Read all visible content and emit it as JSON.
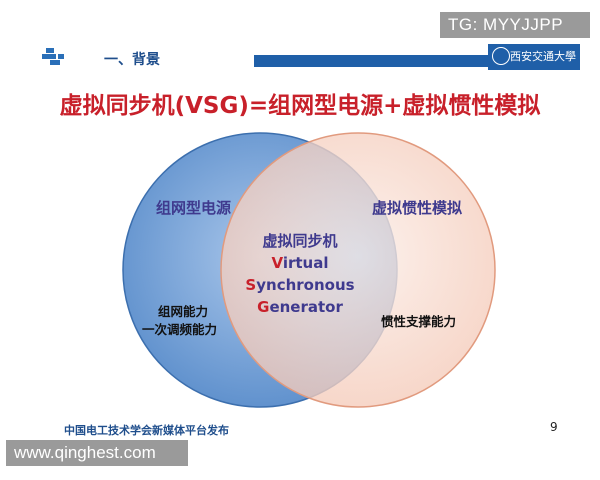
{
  "watermark_top": "TG: MYYJJPP",
  "header": {
    "section_title": "一、背景",
    "university_name": "西安交通大學"
  },
  "slide": {
    "title": "虚拟同步机(VSG)=组网型电源+虚拟惯性模拟",
    "left_circle": {
      "label": "组网型电源",
      "lines": [
        "组网能力",
        "一次调频能力"
      ]
    },
    "right_circle": {
      "label": "虚拟惯性模拟",
      "lines": [
        "惯性支撑能力"
      ]
    },
    "intersection": {
      "label": "虚拟同步机",
      "word1_initial": "V",
      "word1_rest": "irtual",
      "word2_initial": "S",
      "word2_rest": "ynchronous",
      "word3_initial": "G",
      "word3_rest": "enerator"
    },
    "footer": "中国电工技术学会新媒体平台发布",
    "page_number": "9"
  },
  "watermark_bottom": "www.qinghest.com",
  "colors": {
    "title_red": "#c8202a",
    "header_blue": "#1f5fa8",
    "left_circle_fill": "#6f9fd6",
    "right_circle_fill": "#f6d5c6",
    "label_purple": "#3f3a8e"
  }
}
